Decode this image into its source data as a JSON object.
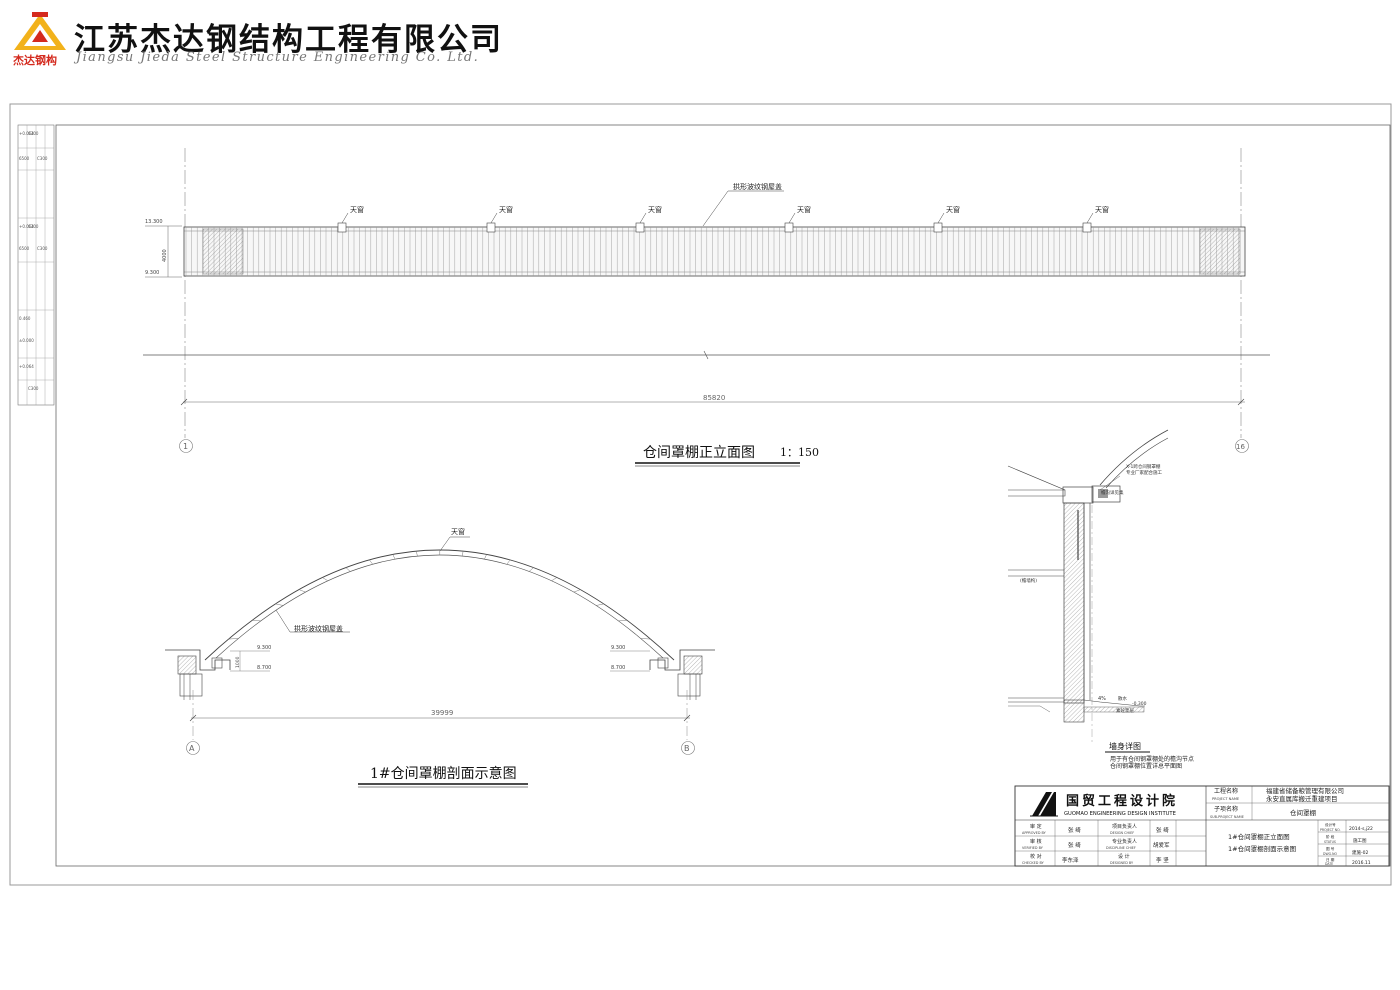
{
  "header": {
    "company_cn": "江苏杰达钢结构工程有限公司",
    "company_en": "Jiangsu Jieda Steel Structure Engineering Co. Ltd.",
    "logo_text": "杰达钢构",
    "logo_colors": {
      "red": "#d42a1e",
      "yellow": "#f2b21b"
    }
  },
  "elevation": {
    "title": "仓间罩棚正立面图",
    "scale": "1：150",
    "roof_label": "拱形波纹钢屋盖",
    "skylight_label": "天窗",
    "level_top": "13.300",
    "level_bottom": "9.300",
    "height_dim": "4000",
    "length_dim": "85820",
    "axis_start": "1",
    "axis_end": "16"
  },
  "section": {
    "title": "1#仓间罩棚剖面示意图",
    "skylight_label": "天窗",
    "roof_label": "拱形波纹钢屋盖",
    "level_a": "9.300",
    "level_b": "8.700",
    "height_dim": "1000",
    "span_dim": "39999",
    "axis_left": "A",
    "axis_right": "B"
  },
  "wall_detail": {
    "title": "墙身详图",
    "note_1": "用于有仓间钢罩棚处的檐沟节点",
    "note_2": "仓间钢罩棚位置详总平面图",
    "label_roof": "X-1跨仓间钢罩棚",
    "label_roof_2": "专业厂家配合施工",
    "label_gutter": "檐沟详见集",
    "label_side": "(檐墙构)",
    "label_slope": "4%",
    "label_scatter": "散水",
    "label_level": "-0.300",
    "label_ground": "素砼垫层"
  },
  "title_block": {
    "institute_cn": "国贸工程设计院",
    "institute_en": "GUOMAO ENGINEERING DESIGN INSTITUTE",
    "project_label": "工程名称",
    "project_label_en": "PROJECT NAME",
    "project_name_1": "福建省储备粮管理有限公司",
    "project_name_2": "永安直属库搬迁重建项目",
    "sub_label": "子项名称",
    "sub_label_en": "SUB-PROJECT NAME",
    "sub_name": "仓间罩棚",
    "drawing_title_1": "1#仓间罩棚正立面图",
    "drawing_title_2": "1#仓间罩棚剖面示意图",
    "approve_label": "审  定",
    "approve_en": "APPROVED BY",
    "approve_name": "张 绮",
    "verify_label": "审  核",
    "verify_en": "VERIFIED BY",
    "verify_name": "张 绮",
    "check_label": "校  对",
    "check_en": "CHECKED BY",
    "check_name": "李东泽",
    "design_chief_label": "项目负责人",
    "design_chief_en": "DESIGN CHIEF",
    "design_chief_name": "张 绮",
    "discipline_label": "专业负责人",
    "discipline_en": "DISCIPLINE CHIEF",
    "discipline_name": "胡爱军",
    "designer_label": "设  计",
    "designer_en": "DESIGNED BY",
    "designer_name": "李 坚",
    "project_no_label": "设计号",
    "project_no_en": "PROJECT NO.",
    "project_no": "2014-s,j22",
    "status_label": "阶 段",
    "status_en": "STATUS",
    "status": "施工图",
    "dwg_no_label": "图 号",
    "dwg_no_en": "DWG.NO",
    "dwg_no": "建施-02",
    "date_label": "日 期",
    "date_en": "DATE",
    "date": "2016.11"
  },
  "left_sheet_labels": [
    "+0.064",
    "C300",
    "6500",
    "C300",
    "+0.064",
    "C300",
    "6500",
    "C300",
    "0.460",
    "±0.000",
    "+0.064",
    "C300"
  ]
}
